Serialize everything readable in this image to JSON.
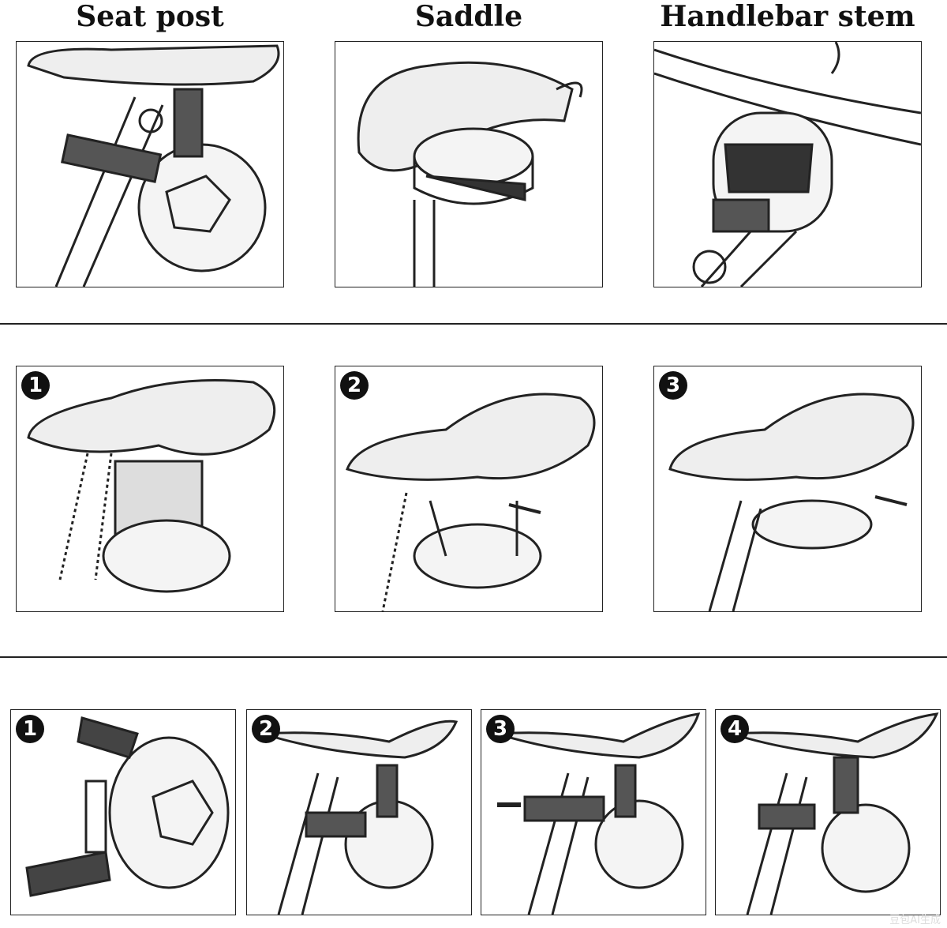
{
  "headings": {
    "seat_post": "Seat post",
    "saddle": "Saddle",
    "handlebar_stem": "Handlebar stem"
  },
  "mount_steps": [
    "1",
    "2",
    "3"
  ],
  "strap_steps": [
    "1",
    "2",
    "3",
    "4"
  ],
  "watermark": "豆包AI生成"
}
